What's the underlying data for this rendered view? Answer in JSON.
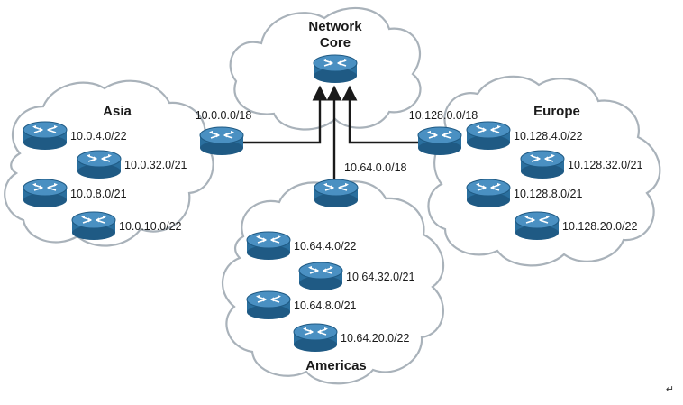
{
  "diagram": {
    "clouds": {
      "core": {
        "title": "Network\nCore"
      },
      "asia": {
        "title": "Asia",
        "aggregate": "10.0.0.0/18",
        "subnets": [
          "10.0.4.0/22",
          "10.0.32.0/21",
          "10.0.8.0/21",
          "10.0.10.0/22"
        ]
      },
      "europe": {
        "title": "Europe",
        "aggregate": "10.128.0.0/18",
        "subnets": [
          "10.128.4.0/22",
          "10.128.32.0/21",
          "10.128.8.0/21",
          "10.128.20.0/22"
        ]
      },
      "americas": {
        "title": "Americas",
        "aggregate": "10.64.0.0/18",
        "subnets": [
          "10.64.4.0/22",
          "10.64.32.0/21",
          "10.64.8.0/21",
          "10.64.20.0/22"
        ]
      }
    },
    "colors": {
      "router_body": "#2a6f9e",
      "router_top": "#4a90c2",
      "router_rim": "#1f5a84",
      "cloud_stroke": "#a9b2ba",
      "link": "#1a1a1a"
    },
    "icons": {
      "router": "router-icon",
      "arrow": "arrowhead-icon",
      "return_mark": "return-arrow-icon"
    },
    "page_mark": "↵"
  }
}
